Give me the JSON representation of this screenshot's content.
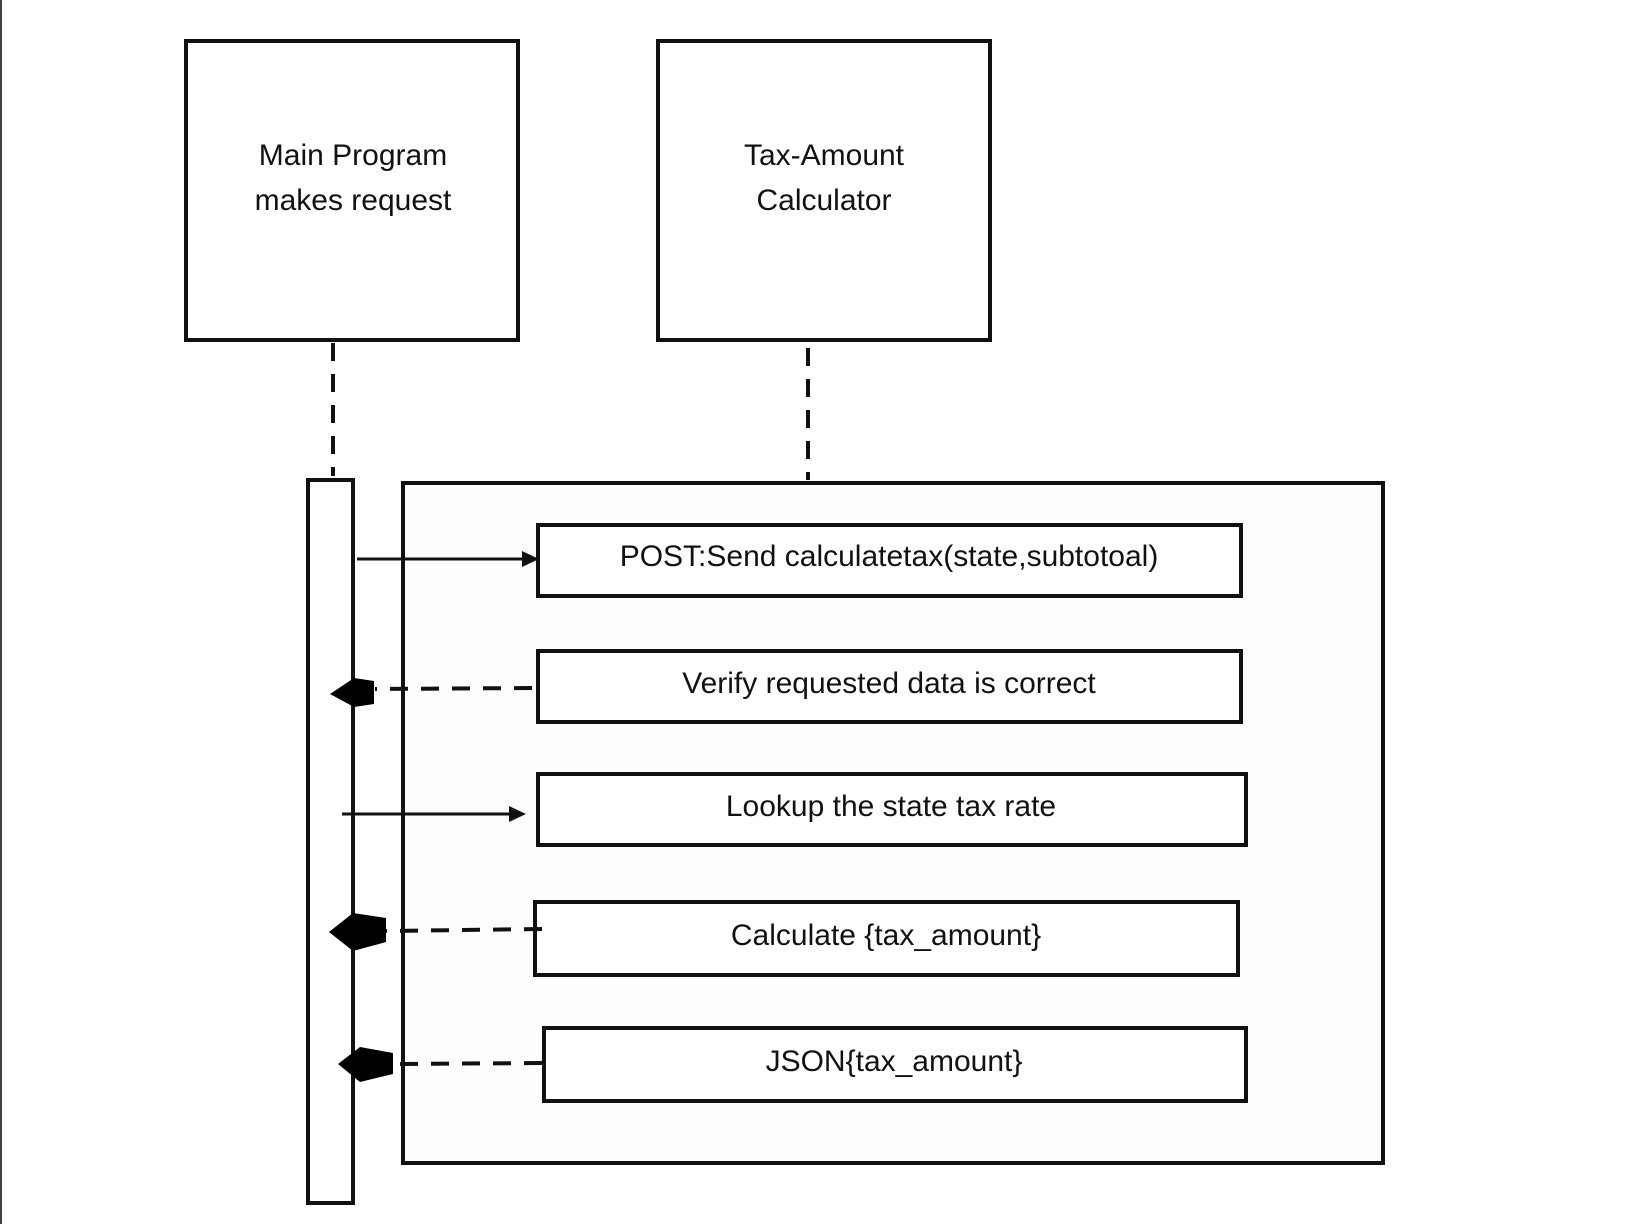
{
  "participants": {
    "main_program": {
      "line1": "Main Program",
      "line2": "makes request"
    },
    "tax_calculator": {
      "line1": "Tax-Amount",
      "line2": "Calculator"
    }
  },
  "messages": [
    {
      "label": "POST:Send calculatetax(state,subtotoal)",
      "direction": "to-calculator",
      "line_style": "solid"
    },
    {
      "label": "Verify requested data is correct",
      "direction": "to-main",
      "line_style": "dashed"
    },
    {
      "label": "Lookup  the state tax rate",
      "direction": "to-calculator",
      "line_style": "solid"
    },
    {
      "label": "Calculate {tax_amount}",
      "direction": "to-main",
      "line_style": "dashed"
    },
    {
      "label": "JSON{tax_amount}",
      "direction": "to-main",
      "line_style": "dashed"
    }
  ],
  "colors": {
    "stroke": "#111111",
    "background": "#ffffff"
  }
}
